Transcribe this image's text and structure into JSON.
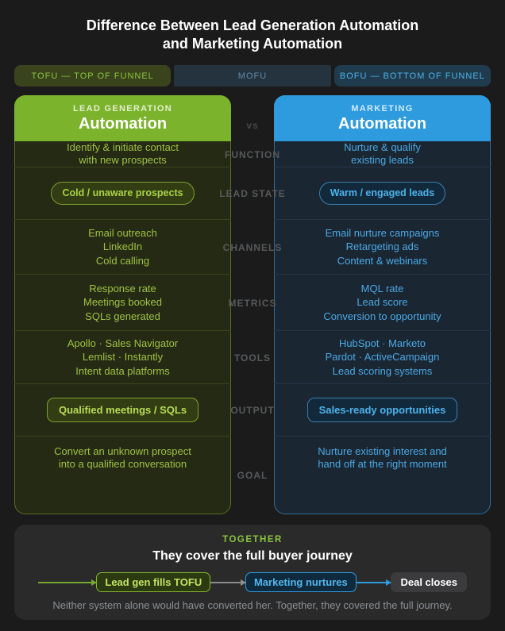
{
  "page": {
    "title_line1": "Difference Between Lead Generation Automation",
    "title_line2": "and Marketing Automation"
  },
  "funnel_bar": {
    "tofu": "TOFU — TOP OF FUNNEL",
    "mofu": "MOFU",
    "bofu": "BOFU — BOTTOM OF FUNNEL"
  },
  "center": {
    "vs": "vs",
    "labels": [
      "FUNCTION",
      "LEAD STATE",
      "CHANNELS",
      "METRICS",
      "TOOLS",
      "OUTPUT",
      "GOAL"
    ]
  },
  "left": {
    "kicker": "LEAD GENERATION",
    "name": "Automation",
    "function": [
      "Identify & initiate contact",
      "with new prospects"
    ],
    "lead_state": "Cold / unaware prospects",
    "channels": [
      "Email outreach",
      "LinkedIn",
      "Cold calling"
    ],
    "metrics": [
      "Response rate",
      "Meetings booked",
      "SQLs generated"
    ],
    "tools": [
      "Apollo · Sales Navigator",
      "Lemlist · Instantly",
      "Intent data platforms"
    ],
    "output": "Qualified meetings / SQLs",
    "goal": [
      "Convert an unknown prospect",
      "into a qualified conversation"
    ]
  },
  "right": {
    "kicker": "MARKETING",
    "name": "Automation",
    "function": [
      "Nurture & qualify",
      "existing leads"
    ],
    "lead_state": "Warm / engaged leads",
    "channels": [
      "Email nurture campaigns",
      "Retargeting ads",
      "Content & webinars"
    ],
    "metrics": [
      "MQL rate",
      "Lead score",
      "Conversion to opportunity"
    ],
    "tools": [
      "HubSpot · Marketo",
      "Pardot · ActiveCampaign",
      "Lead scoring systems"
    ],
    "output": "Sales-ready opportunities",
    "goal": [
      "Nurture existing interest and",
      "hand off at the right moment"
    ]
  },
  "together": {
    "kicker": "TOGETHER",
    "title": "They cover the full buyer journey",
    "steps": [
      "Lead gen fills TOFU",
      "Marketing nurtures",
      "Deal closes"
    ],
    "caption": "Neither system alone would have converted her. Together, they covered the full journey."
  },
  "colors": {
    "background": "#1b1b1b",
    "green_accent": "#7cb32d",
    "blue_accent": "#2d9bdd",
    "green_text": "#9fc243",
    "blue_text": "#4aa9e3",
    "label_gray": "#56595b"
  }
}
